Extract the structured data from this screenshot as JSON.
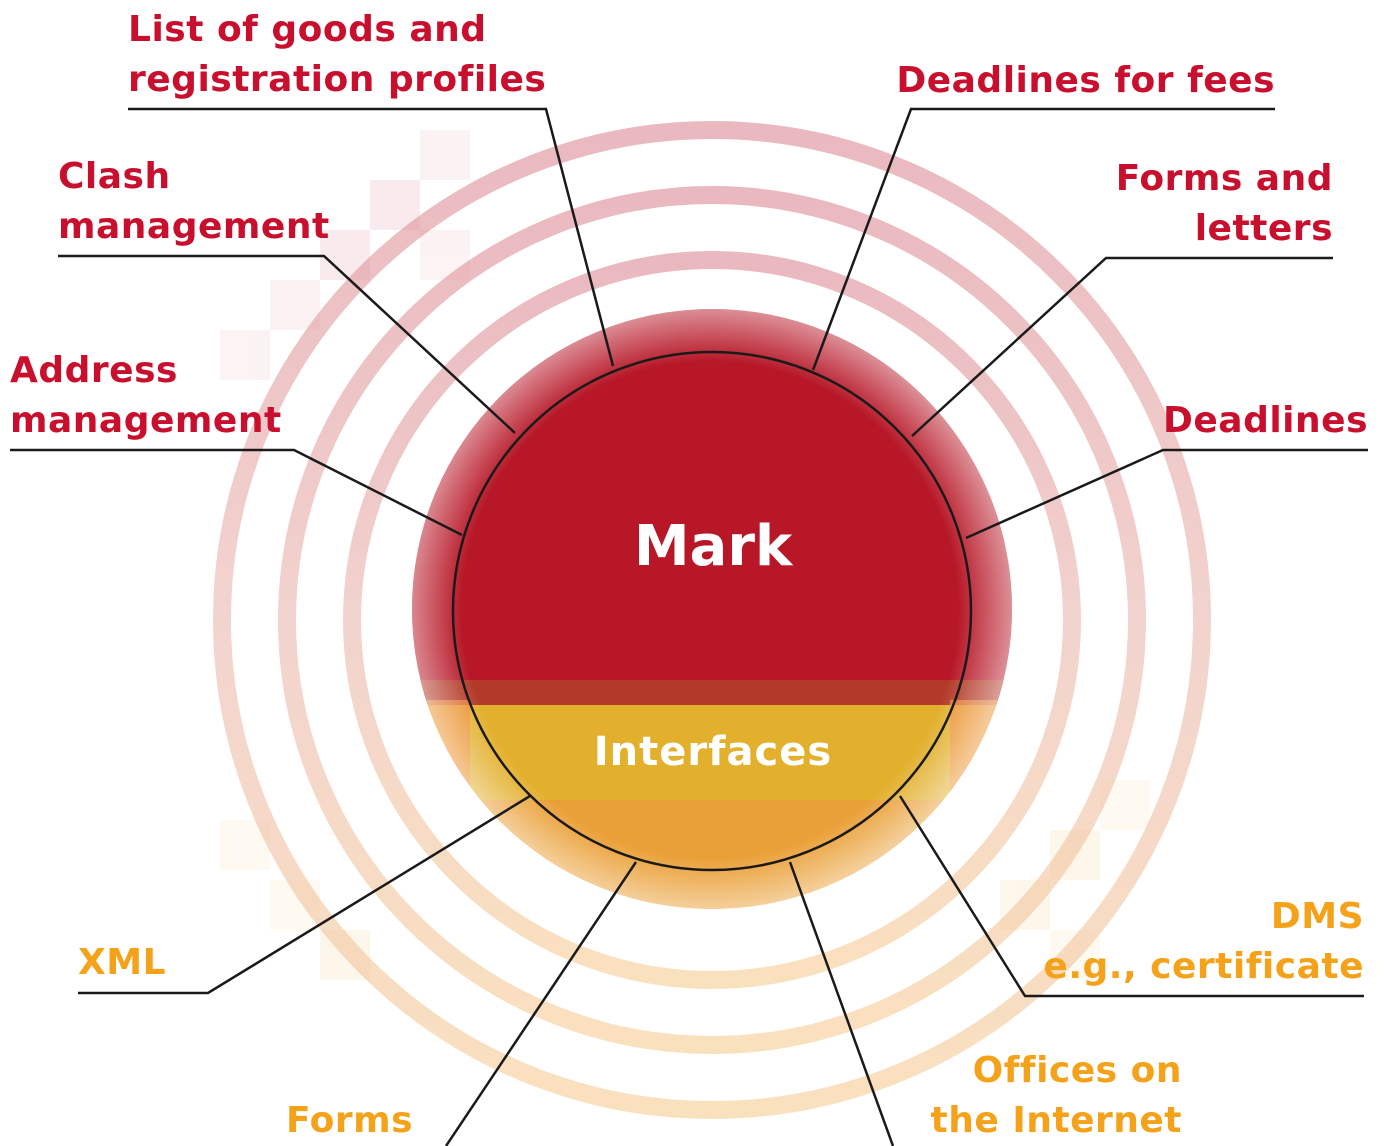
{
  "center": {
    "main_label": "Mark",
    "sub_label": "Interfaces"
  },
  "labels": {
    "goods": [
      "List of goods and",
      "registration profiles"
    ],
    "clash": [
      "Clash",
      "management"
    ],
    "address": [
      "Address",
      "management"
    ],
    "fees": [
      "Deadlines for fees"
    ],
    "forms_letters": [
      "Forms and",
      "letters"
    ],
    "deadlines": [
      "Deadlines"
    ],
    "xml": [
      "XML"
    ],
    "forms": [
      "Forms"
    ],
    "offices": [
      "Offices on",
      "the Internet"
    ],
    "dms": [
      "DMS",
      "e.g., certificate"
    ]
  },
  "colors": {
    "red": "#c8102e",
    "orange": "#f5a21b",
    "core_red": "#b71727",
    "core_yellow": "#e6ae2c",
    "line": "#1a1a1a"
  }
}
